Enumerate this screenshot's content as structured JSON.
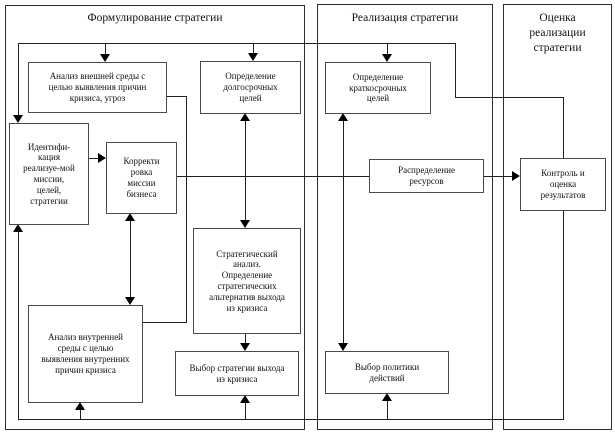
{
  "colors": {
    "background": "#ffffff",
    "line": "#1f1f1f",
    "box_border": "#4a4a4a",
    "arrow": "#000000",
    "text": "#111111"
  },
  "sections": [
    {
      "id": "formulation",
      "title": "Формулирование стратегии"
    },
    {
      "id": "implementation",
      "title": "Реализация стратегии"
    },
    {
      "id": "evaluation",
      "title": "Оценка\nреализации\nстратегии"
    }
  ],
  "nodes": {
    "external_analysis": {
      "label": "Анализ внешней среды с\nцелью выявления причин\nкризиса, угроз"
    },
    "long_term_goals": {
      "label": "Определение\nдолгосрочных\nцелей"
    },
    "identification": {
      "label": "Идентифи-\nкация\nреализуе-мой\nмиссии,\nцелей,\nстратегии"
    },
    "mission_correction": {
      "label": "Корректи\nровка\nмиссии\nбизнеса"
    },
    "strategic_analysis": {
      "label": "Стратегический\nанализ.\nОпределение\nстратегических\nальтернатив выхода\nиз кризиса"
    },
    "internal_analysis": {
      "label": "Анализ внутренней\nсреды с целью\nвыявления внутренних\nпричин кризиса"
    },
    "strategy_choice": {
      "label": "Выбор стратегии выхода\nиз кризиса"
    },
    "short_term_goals": {
      "label": "Определение\nкраткосрочных\nцелей"
    },
    "resource_allocation": {
      "label": "Распределение\nресурсов"
    },
    "action_policy": {
      "label": "Выбор политики\nдействий"
    },
    "control_evaluation": {
      "label": "Контроль и\nоценка\nрезультатов"
    }
  }
}
